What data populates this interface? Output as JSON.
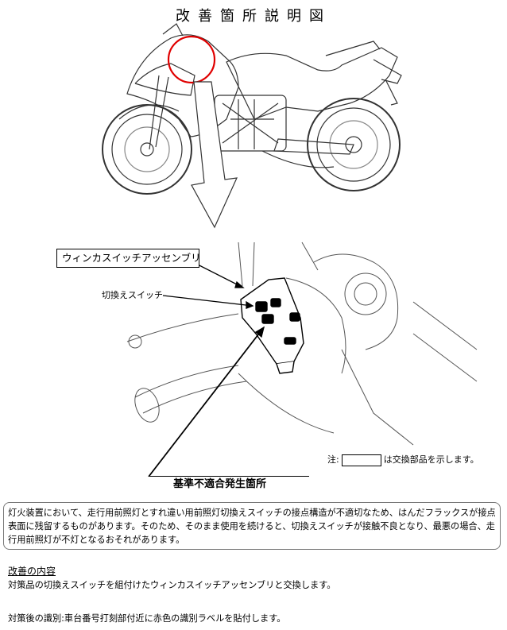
{
  "title": "改善箇所説明図",
  "labels": {
    "assembly": "ウィンカスイッチアッセンブリ",
    "switch": "切換えスイッチ"
  },
  "note": {
    "prefix": "注:",
    "suffix": "は交換部品を示します。"
  },
  "defect_heading": "基準不適合発生箇所",
  "description": "灯火装置において、走行用前照灯とすれ違い用前照灯切換えスイッチの接点構造が不適切なため、はんだフラックスが接点表面に残留するものがあります。そのため、そのまま使用を続けると、切換えスイッチが接触不良となり、最悪の場合、走行用前照灯が不灯となるおそれがあります。",
  "fix": {
    "heading": "改善の内容",
    "text": "対策品の切換えスイッチを組付けたウィンカスイッチアッセンブリと交換します。"
  },
  "identification": "対策後の識別:車台番号打刻部付近に赤色の識別ラベルを貼付します。",
  "colors": {
    "highlight": "#e00000"
  }
}
